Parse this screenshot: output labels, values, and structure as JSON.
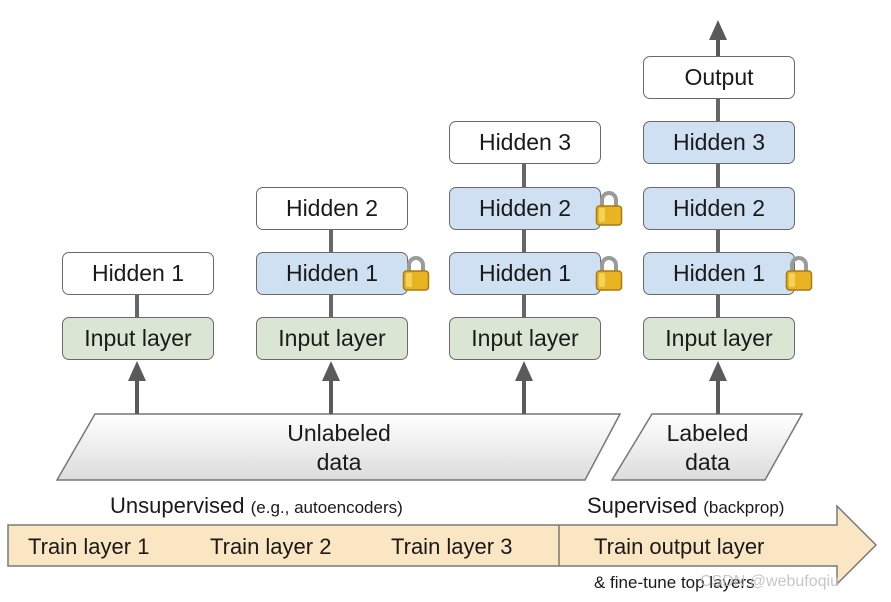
{
  "columns": [
    {
      "layers": [
        "Hidden 1",
        "Input layer"
      ]
    },
    {
      "layers": [
        "Hidden 2",
        "Hidden 1",
        "Input layer"
      ]
    },
    {
      "layers": [
        "Hidden 3",
        "Hidden 2",
        "Hidden 1",
        "Input layer"
      ]
    },
    {
      "layers": [
        "Output",
        "Hidden 3",
        "Hidden 2",
        "Hidden 1",
        "Input layer"
      ]
    }
  ],
  "data_boxes": {
    "unlabeled": {
      "line1": "Unlabeled",
      "line2": "data"
    },
    "labeled": {
      "line1": "Labeled",
      "line2": "data"
    }
  },
  "phases": {
    "unsupervised": {
      "main": "Unsupervised",
      "note": "(e.g., autoencoders)"
    },
    "supervised": {
      "main": "Supervised",
      "note": "(backprop)"
    }
  },
  "steps": [
    "Train layer 1",
    "Train layer 2",
    "Train layer 3",
    "Train output layer"
  ],
  "footnote": "& fine-tune top layers",
  "watermark": "CSDN @webufoqiu",
  "colors": {
    "frozen_hidden": "#cfe0f3",
    "input_layer": "#dbe5d3",
    "new_layer": "#ffffff",
    "band": "#fbe6c4",
    "arrow": "#5a5a5a"
  },
  "icons": {
    "frozen": "padlock-icon",
    "flow": "arrow-up-icon"
  }
}
